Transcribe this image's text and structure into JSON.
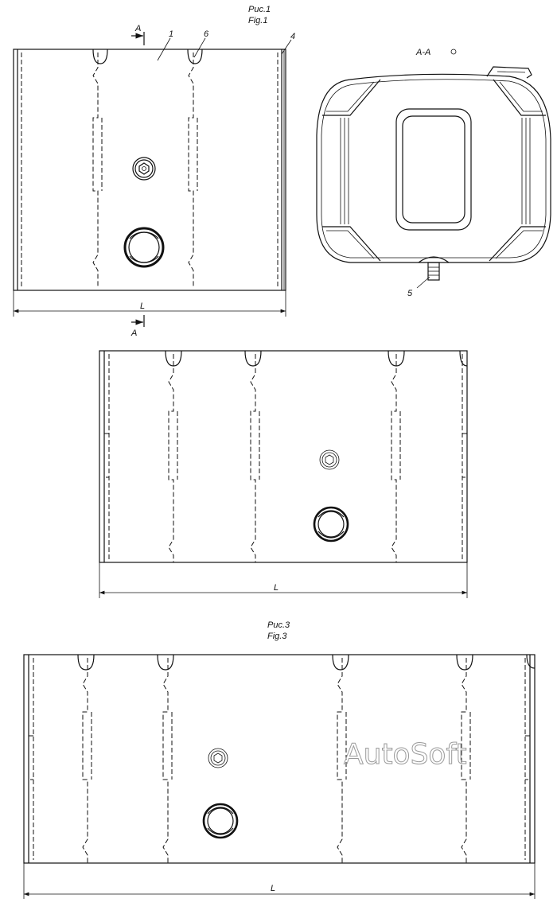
{
  "figure1": {
    "caption_ru": "Рис.1",
    "caption_en": "Fig.1",
    "section_mark": "A",
    "callouts": [
      "1",
      "6",
      "4"
    ],
    "dimension": "L"
  },
  "section_view": {
    "title": "A-A",
    "callout": "5"
  },
  "figure2": {
    "dimension": "L"
  },
  "figure3": {
    "caption_ru": "Рис.3",
    "caption_en": "Fig.3",
    "dimension": "L"
  },
  "watermark": "AutoSoft"
}
